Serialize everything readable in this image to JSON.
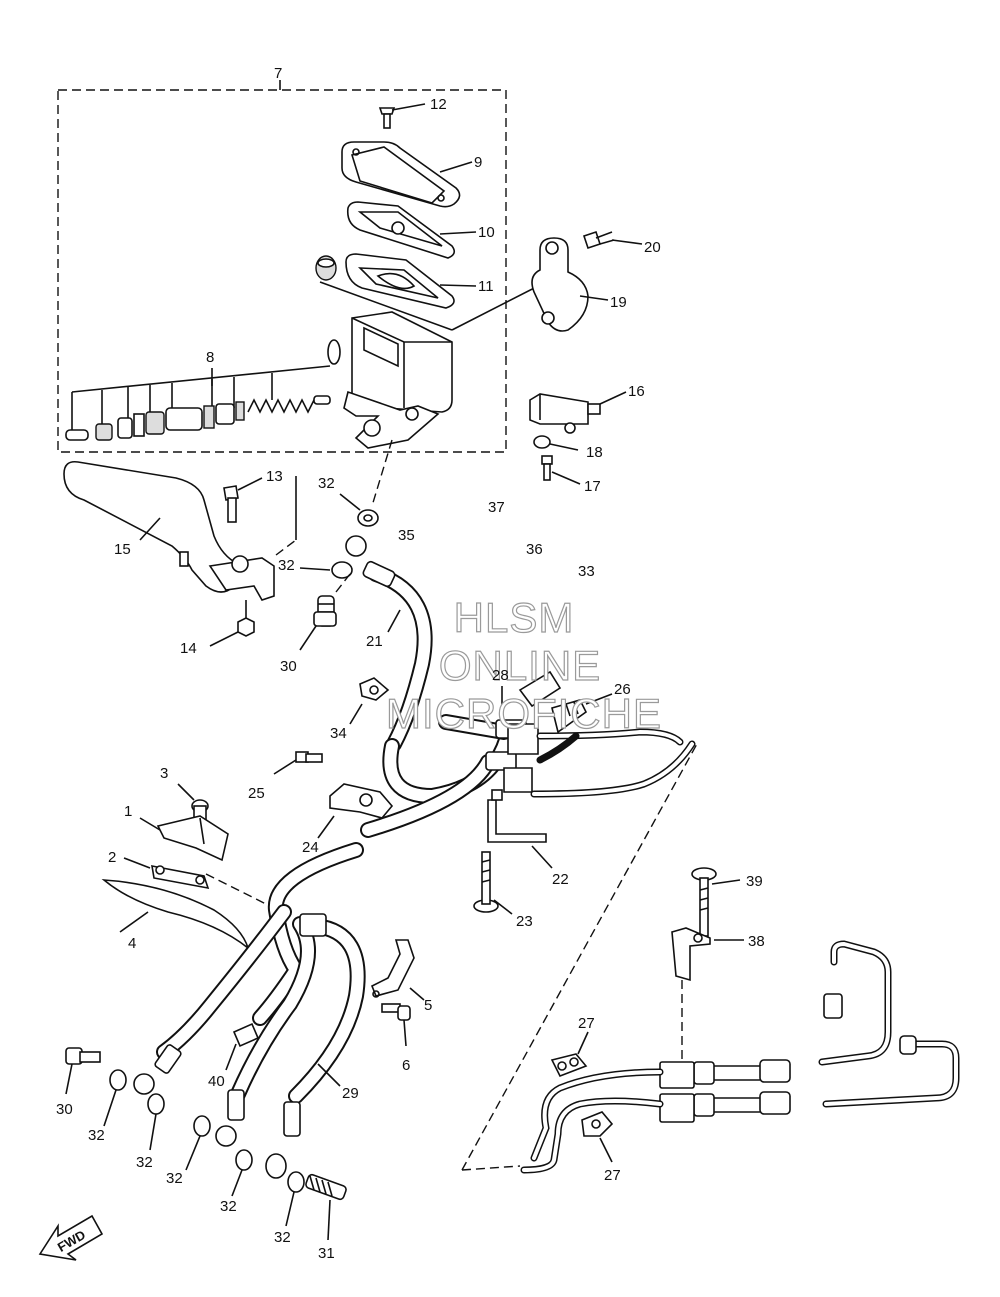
{
  "callouts": [
    {
      "id": "7",
      "text": "7"
    },
    {
      "id": "12",
      "text": "12"
    },
    {
      "id": "9",
      "text": "9"
    },
    {
      "id": "10",
      "text": "10"
    },
    {
      "id": "11",
      "text": "11"
    },
    {
      "id": "20",
      "text": "20"
    },
    {
      "id": "19",
      "text": "19"
    },
    {
      "id": "8",
      "text": "8"
    },
    {
      "id": "16",
      "text": "16"
    },
    {
      "id": "18",
      "text": "18"
    },
    {
      "id": "17",
      "text": "17"
    },
    {
      "id": "13",
      "text": "13"
    },
    {
      "id": "32a",
      "text": "32"
    },
    {
      "id": "37",
      "text": "37"
    },
    {
      "id": "15",
      "text": "15"
    },
    {
      "id": "35",
      "text": "35"
    },
    {
      "id": "36",
      "text": "36"
    },
    {
      "id": "32b",
      "text": "32"
    },
    {
      "id": "33",
      "text": "33"
    },
    {
      "id": "21",
      "text": "21"
    },
    {
      "id": "14",
      "text": "14"
    },
    {
      "id": "30a",
      "text": "30"
    },
    {
      "id": "28",
      "text": "28"
    },
    {
      "id": "26",
      "text": "26"
    },
    {
      "id": "34",
      "text": "34"
    },
    {
      "id": "3",
      "text": "3"
    },
    {
      "id": "25",
      "text": "25"
    },
    {
      "id": "1",
      "text": "1"
    },
    {
      "id": "24",
      "text": "24"
    },
    {
      "id": "22",
      "text": "22"
    },
    {
      "id": "2",
      "text": "2"
    },
    {
      "id": "39",
      "text": "39"
    },
    {
      "id": "23",
      "text": "23"
    },
    {
      "id": "4",
      "text": "4"
    },
    {
      "id": "38",
      "text": "38"
    },
    {
      "id": "5",
      "text": "5"
    },
    {
      "id": "27a",
      "text": "27"
    },
    {
      "id": "6",
      "text": "6"
    },
    {
      "id": "40",
      "text": "40"
    },
    {
      "id": "30b",
      "text": "30"
    },
    {
      "id": "29",
      "text": "29"
    },
    {
      "id": "32c",
      "text": "32"
    },
    {
      "id": "32d",
      "text": "32"
    },
    {
      "id": "27b",
      "text": "27"
    },
    {
      "id": "32e",
      "text": "32"
    },
    {
      "id": "32f",
      "text": "32"
    },
    {
      "id": "32g",
      "text": "32"
    },
    {
      "id": "31",
      "text": "31"
    }
  ],
  "watermark": {
    "line1": "HLSM",
    "line2": "ONLINE",
    "line3": "MICROFICHE"
  },
  "direction": {
    "label": "FWD"
  }
}
